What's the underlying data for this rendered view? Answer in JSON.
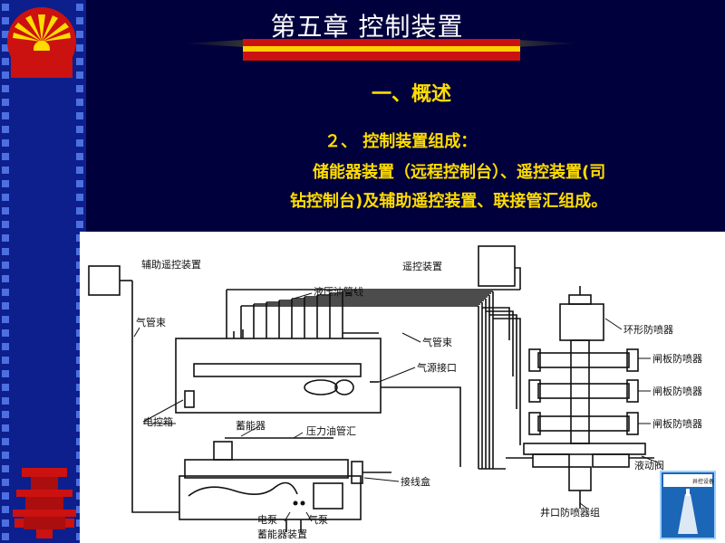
{
  "slide": {
    "title": "第五章  控制装置",
    "section": "一、概述",
    "subheading": "２、  控制装置组成：",
    "description_line1": "储能器装置（远程控制台）、遥控装置(司",
    "description_line2": "钻控制台)及辅助遥控装置、联接管汇组成。"
  },
  "diagram": {
    "labels": {
      "aux_remote": "辅助遥控装置",
      "remote": "遥控装置",
      "hydraulic_lines": "液压油管线",
      "air_bundle_left": "气管束",
      "air_bundle_right": "气管束",
      "air_inlet": "气源接口",
      "electric_box": "电控箱",
      "accumulator": "蓄能器",
      "pressure_manifold": "压力油管汇",
      "junction_box": "接线盒",
      "electric_pump": "电泵",
      "air_pump": "气泵",
      "accumulator_unit": "蓄能器装置",
      "annular_bop": "环形防喷器",
      "ram_bop_1": "闸板防喷器",
      "ram_bop_2": "闸板防喷器",
      "ram_bop_3": "闸板防喷器",
      "hydraulic_valve": "液动阀",
      "bop_stack": "井口防喷器组"
    }
  },
  "book": {
    "label": "井控设备"
  },
  "colors": {
    "background": "#00003d",
    "strip": "#0d1f8c",
    "accent_yellow": "#ffdd00",
    "logo_red": "#cc1111"
  }
}
